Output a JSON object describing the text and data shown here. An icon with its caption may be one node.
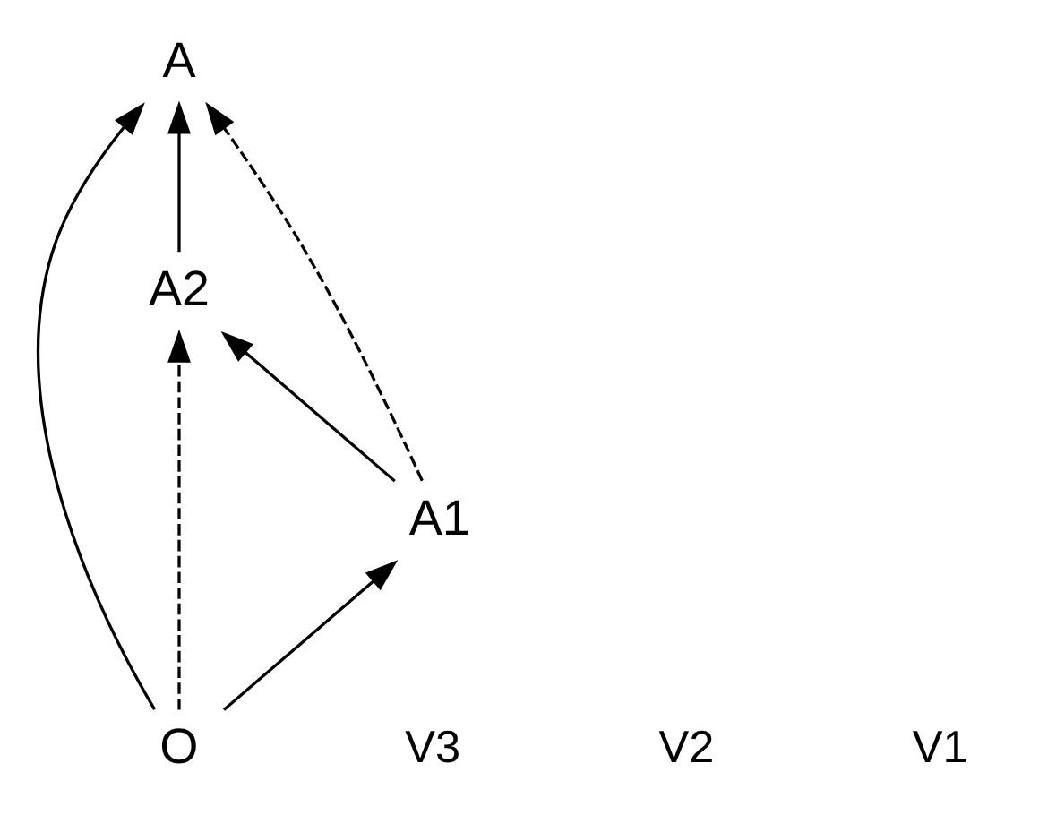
{
  "diagram": {
    "nodes": [
      {
        "text": [
          "A"
        ]
      },
      {
        "text": [
          "A2"
        ]
      },
      {
        "text": [
          "O"
        ]
      },
      {
        "text": [
          "A1"
        ]
      }
    ],
    "edges": [
      {
        "from": 2,
        "to": 3,
        "arrow": "to"
      },
      {
        "from": 3,
        "to": 1,
        "arrow": "to"
      },
      {
        "from": 1,
        "to": 0,
        "arrow": "to"
      },
      {
        "from": 2,
        "to": 0,
        "arrow": "to"
      },
      {
        "from": 2,
        "to": 1,
        "arrow": "to",
        "style": "dashed"
      },
      {
        "from": 3,
        "to": 0,
        "arrow": "to",
        "style": "dashed"
      }
    ],
    "labels": [
      "V3",
      "V2",
      "V1"
    ]
  }
}
